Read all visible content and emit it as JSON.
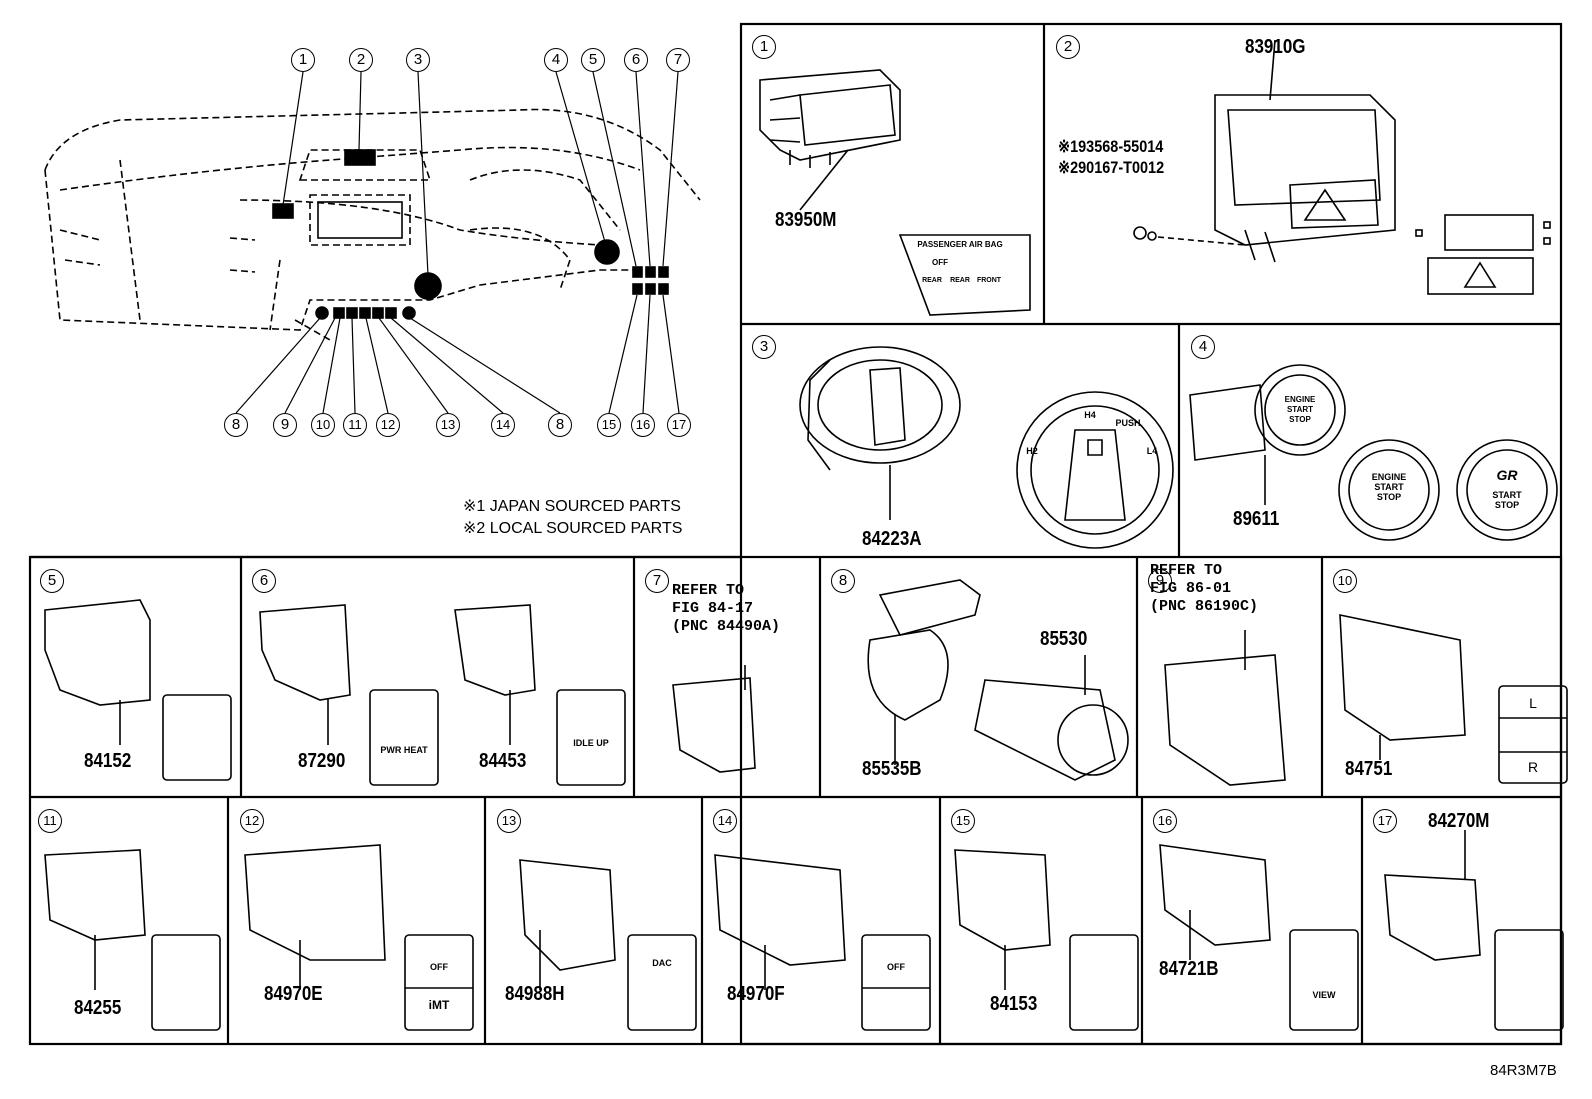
{
  "drawing_code": "84R3M7B",
  "notes": [
    "※1 JAPAN SOURCED PARTS",
    "※2 LOCAL SOURCED PARTS"
  ],
  "overview": {
    "callouts_top": [
      "1",
      "2",
      "3",
      "4",
      "5",
      "6",
      "7"
    ],
    "callouts_bottom": [
      "8",
      "9",
      "10",
      "11",
      "12",
      "13",
      "14",
      "8",
      "15",
      "16",
      "17"
    ]
  },
  "cells": [
    {
      "num": "1",
      "parts": [
        "83950M"
      ],
      "labels": [
        "PASSENGER AIR BAG",
        "OFF",
        "REAR",
        "REAR",
        "FRONT"
      ]
    },
    {
      "num": "2",
      "parts": [
        "83910G",
        "※193568-55014",
        "※290167-T0012"
      ]
    },
    {
      "num": "3",
      "parts": [
        "84223A"
      ],
      "labels": [
        "H4",
        "PUSH",
        "L4",
        "H2"
      ]
    },
    {
      "num": "4",
      "parts": [
        "89611"
      ],
      "labels": [
        "ENGINE START STOP",
        "ENGINE START STOP",
        "GR",
        "START STOP"
      ]
    },
    {
      "num": "5",
      "parts": [
        "84152"
      ]
    },
    {
      "num": "6",
      "parts": [
        "87290",
        "84453"
      ],
      "labels": [
        "PWR HEAT",
        "IDLE UP"
      ]
    },
    {
      "num": "7",
      "ref": "REFER TO\nFIG 84-17\n(PNC 84490A)"
    },
    {
      "num": "8",
      "parts": [
        "85530",
        "85535B"
      ]
    },
    {
      "num": "9",
      "ref": "REFER TO\nFIG 86-01\n(PNC 86190C)"
    },
    {
      "num": "10",
      "parts": [
        "84751"
      ],
      "labels": [
        "L",
        "R"
      ]
    },
    {
      "num": "11",
      "parts": [
        "84255"
      ]
    },
    {
      "num": "12",
      "parts": [
        "84970E"
      ],
      "labels": [
        "OFF",
        "iMT"
      ]
    },
    {
      "num": "13",
      "parts": [
        "84988H"
      ],
      "labels": [
        "DAC"
      ]
    },
    {
      "num": "14",
      "parts": [
        "84970F"
      ],
      "labels": [
        "OFF"
      ]
    },
    {
      "num": "15",
      "parts": [
        "84153"
      ]
    },
    {
      "num": "16",
      "parts": [
        "84721B"
      ],
      "labels": [
        "VIEW"
      ]
    },
    {
      "num": "17",
      "parts": [
        "84270M"
      ]
    }
  ]
}
